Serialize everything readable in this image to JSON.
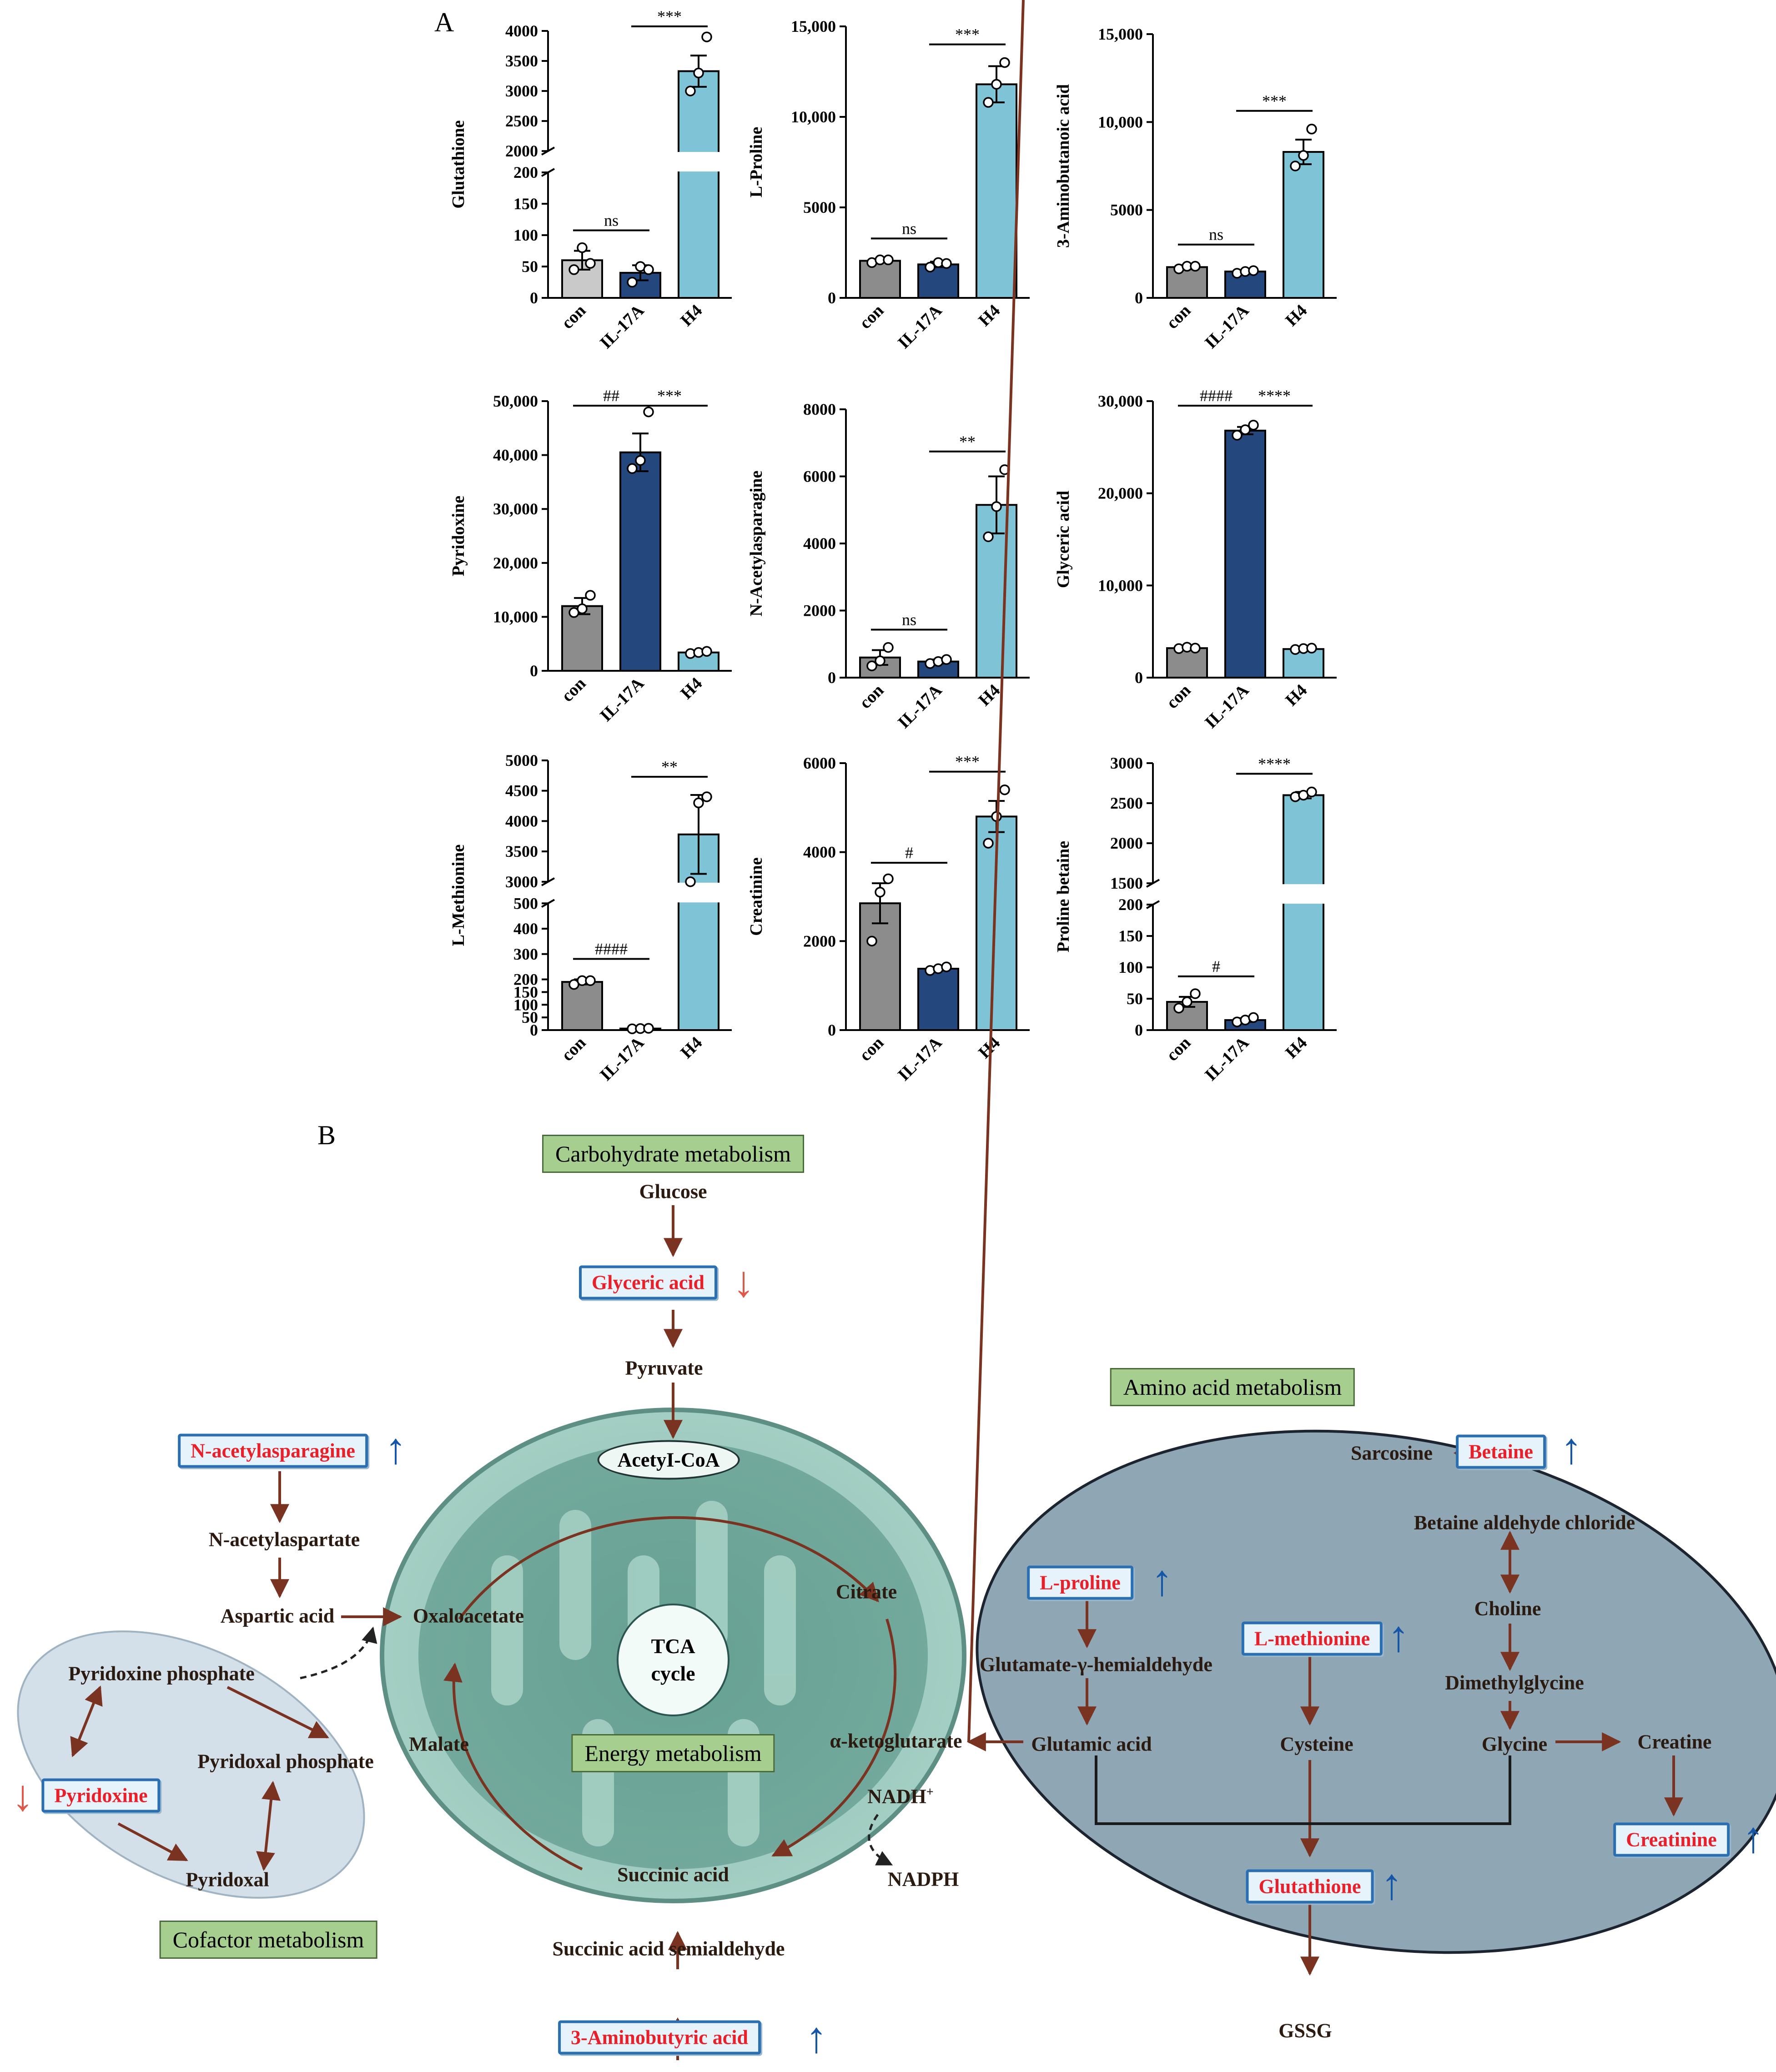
{
  "panel_a_label": "A",
  "panel_b_label": "B",
  "colors": {
    "con": "#8c8c8c",
    "con_light": "#c9c9c9",
    "il17a": "#24487e",
    "h4": "#7ec3d6",
    "up_arrow": "#1656a8",
    "down_arrow": "#e0584a"
  },
  "chart_data": [
    {
      "type": "bar",
      "ylabel": "Glutathione",
      "categories": [
        "con",
        "IL-17A",
        "H4"
      ],
      "values": [
        60,
        40,
        3330
      ],
      "errors": [
        15,
        12,
        260
      ],
      "points": [
        [
          45,
          80,
          55
        ],
        [
          25,
          50,
          45
        ],
        [
          3000,
          3300,
          3900
        ]
      ],
      "yticks": [
        "0",
        "50",
        "100",
        "150",
        "200",
        "2000",
        "2500",
        "3000",
        "3500",
        "4000"
      ],
      "broken": true,
      "ylim_low": [
        0,
        200
      ],
      "ylim_high": [
        2000,
        4000
      ],
      "sig": [
        {
          "from": 0,
          "to": 1,
          "label": "ns"
        },
        {
          "from": 1,
          "to": 2,
          "label": "***"
        }
      ]
    },
    {
      "type": "bar",
      "ylabel": "L-Proline",
      "categories": [
        "con",
        "IL-17A",
        "H4"
      ],
      "values": [
        2050,
        1850,
        11800
      ],
      "errors": [
        100,
        150,
        1000
      ],
      "points": [
        [
          1950,
          2100,
          2100
        ],
        [
          1700,
          1950,
          1900
        ],
        [
          10800,
          11800,
          13000
        ]
      ],
      "yticks": [
        "0",
        "5000",
        "10,000",
        "15,000"
      ],
      "ylim": [
        0,
        15000
      ],
      "sig": [
        {
          "from": 0,
          "to": 1,
          "label": "ns"
        },
        {
          "from": 1,
          "to": 2,
          "label": "***"
        }
      ]
    },
    {
      "type": "bar",
      "ylabel": "3-Aminobutanoic acid",
      "categories": [
        "con",
        "IL-17A",
        "H4"
      ],
      "values": [
        1750,
        1500,
        8300
      ],
      "errors": [
        120,
        80,
        700
      ],
      "points": [
        [
          1650,
          1800,
          1800
        ],
        [
          1400,
          1500,
          1550
        ],
        [
          7500,
          8100,
          9600
        ]
      ],
      "yticks": [
        "0",
        "5000",
        "10,000",
        "15,000"
      ],
      "ylim": [
        0,
        15000
      ],
      "sig": [
        {
          "from": 0,
          "to": 1,
          "label": "ns"
        },
        {
          "from": 1,
          "to": 2,
          "label": "***"
        }
      ]
    },
    {
      "type": "bar",
      "ylabel": "Pyridoxine",
      "categories": [
        "con",
        "IL-17A",
        "H4"
      ],
      "values": [
        12000,
        40500,
        3400
      ],
      "errors": [
        1500,
        3500,
        300
      ],
      "points": [
        [
          10800,
          11500,
          14000
        ],
        [
          37500,
          39000,
          48000
        ],
        [
          3200,
          3400,
          3600
        ]
      ],
      "yticks": [
        "0",
        "10,000",
        "20,000",
        "30,000",
        "40,000",
        "50,000"
      ],
      "ylim": [
        0,
        50000
      ],
      "sig": [
        {
          "from": 0,
          "to": 1,
          "label": "##"
        },
        {
          "from": 1,
          "to": 2,
          "label": "***"
        }
      ]
    },
    {
      "type": "bar",
      "ylabel": "N-Acetylasparagine",
      "categories": [
        "con",
        "IL-17A",
        "H4"
      ],
      "values": [
        600,
        480,
        5150
      ],
      "errors": [
        220,
        60,
        850
      ],
      "points": [
        [
          350,
          500,
          900
        ],
        [
          420,
          480,
          540
        ],
        [
          4200,
          5100,
          6200
        ]
      ],
      "yticks": [
        "0",
        "2000",
        "4000",
        "6000",
        "8000"
      ],
      "ylim": [
        0,
        8000
      ],
      "sig": [
        {
          "from": 0,
          "to": 1,
          "label": "ns"
        },
        {
          "from": 1,
          "to": 2,
          "label": "**"
        }
      ]
    },
    {
      "type": "bar",
      "ylabel": "Glyceric acid",
      "categories": [
        "con",
        "IL-17A",
        "H4"
      ],
      "values": [
        3200,
        26800,
        3100
      ],
      "errors": [
        100,
        400,
        100
      ],
      "points": [
        [
          3150,
          3300,
          3200
        ],
        [
          26300,
          26900,
          27400
        ],
        [
          3050,
          3150,
          3200
        ]
      ],
      "yticks": [
        "0",
        "10,000",
        "20,000",
        "30,000"
      ],
      "ylim": [
        0,
        30000
      ],
      "sig": [
        {
          "from": 0,
          "to": 1,
          "label": "####"
        },
        {
          "from": 1,
          "to": 2,
          "label": "****"
        }
      ]
    },
    {
      "type": "bar",
      "ylabel": "L-Methionine",
      "categories": [
        "con",
        "IL-17A",
        "H4"
      ],
      "values": [
        190,
        6,
        3780
      ],
      "errors": [
        10,
        2,
        650
      ],
      "points": [
        [
          180,
          195,
          195
        ],
        [
          5,
          6,
          7
        ],
        [
          3000,
          4300,
          4400
        ]
      ],
      "yticks": [
        "0",
        "50",
        "100",
        "150",
        "200",
        "300",
        "400",
        "500",
        "3000",
        "3500",
        "4000",
        "4500",
        "5000"
      ],
      "broken": true,
      "ylim_low": [
        0,
        500
      ],
      "ylim_high": [
        3000,
        5000
      ],
      "sig": [
        {
          "from": 0,
          "to": 1,
          "label": "####"
        },
        {
          "from": 1,
          "to": 2,
          "label": "**"
        }
      ]
    },
    {
      "type": "bar",
      "ylabel": "Creatinine",
      "categories": [
        "con",
        "IL-17A",
        "H4"
      ],
      "values": [
        2850,
        1380,
        4800
      ],
      "errors": [
        450,
        40,
        350
      ],
      "points": [
        [
          2000,
          3100,
          3400
        ],
        [
          1340,
          1380,
          1420
        ],
        [
          4200,
          4800,
          5400
        ]
      ],
      "yticks": [
        "0",
        "2000",
        "4000",
        "6000"
      ],
      "ylim": [
        0,
        6000
      ],
      "sig": [
        {
          "from": 0,
          "to": 1,
          "label": "#"
        },
        {
          "from": 1,
          "to": 2,
          "label": "***"
        }
      ]
    },
    {
      "type": "bar",
      "ylabel": "Proline betaine",
      "categories": [
        "con",
        "IL-17A",
        "H4"
      ],
      "values": [
        45,
        16,
        2600
      ],
      "errors": [
        8,
        3,
        40
      ],
      "points": [
        [
          35,
          45,
          58
        ],
        [
          13,
          16,
          20
        ],
        [
          2580,
          2600,
          2640
        ]
      ],
      "yticks": [
        "0",
        "50",
        "100",
        "150",
        "200",
        "1500",
        "2000",
        "2500",
        "3000"
      ],
      "broken": true,
      "ylim_low": [
        0,
        200
      ],
      "ylim_high": [
        1500,
        3000
      ],
      "sig": [
        {
          "from": 0,
          "to": 1,
          "label": "#"
        },
        {
          "from": 1,
          "to": 2,
          "label": "****"
        }
      ]
    }
  ],
  "pathway": {
    "categories": {
      "carbohydrate": "Carbohydrate metabolism",
      "energy": "Energy metabolism",
      "amino": "Amino acid metabolism",
      "cofactor": "Cofactor  metabolism"
    },
    "nodes": {
      "glucose": "Glucose",
      "pyruvate": "Pyruvate",
      "acetyl_coa": "AcetyI-CoA",
      "n_acetylaspartate": "N-acetylaspartate",
      "aspartic_acid": "Aspartic acid",
      "oxaloacetate": "Oxaloacetate",
      "citrate": "Citrate",
      "tca_1": "TCA",
      "tca_2": "cycle",
      "malate": "Malate",
      "alpha_kg": "α-ketoglutarate",
      "nadh": "NADH",
      "nadh_sup": "+",
      "nadph": "NADPH",
      "succinic_acid": "Succinic acid",
      "succinic_semialdehyde": "Succinic acid semialdehyde",
      "pyridoxine_phosphate": "Pyridoxine phosphate",
      "pyridoxal_phosphate": "Pyridoxal phosphate",
      "pyridoxal": "Pyridoxal",
      "sarcosine": "Sarcosine",
      "betaine_aldehyde": "Betaine aldehyde chloride",
      "choline": "Choline",
      "dimethylglycine": "Dimethylglycine",
      "glycine": "Glycine",
      "creatine": "Creatine",
      "glutamate_hemialdehyde": "Glutamate-γ-hemialdehyde",
      "glutamic_acid": "Glutamic acid",
      "cysteine": "Cysteine",
      "gssg": "GSSG"
    },
    "metabolites": {
      "glyceric_acid": "Glyceric acid",
      "n_acetylasparagine": "N-acetylasparagine",
      "pyridoxine": "Pyridoxine",
      "betaine": "Betaine",
      "l_proline": "L-proline",
      "l_methionine": "L-methionine",
      "creatinine": "Creatinine",
      "glutathione": "Glutathione",
      "aminobutyric": "3-Aminobutyric acid"
    },
    "arrow_glyphs": {
      "up": "↑",
      "down": "↓"
    }
  }
}
